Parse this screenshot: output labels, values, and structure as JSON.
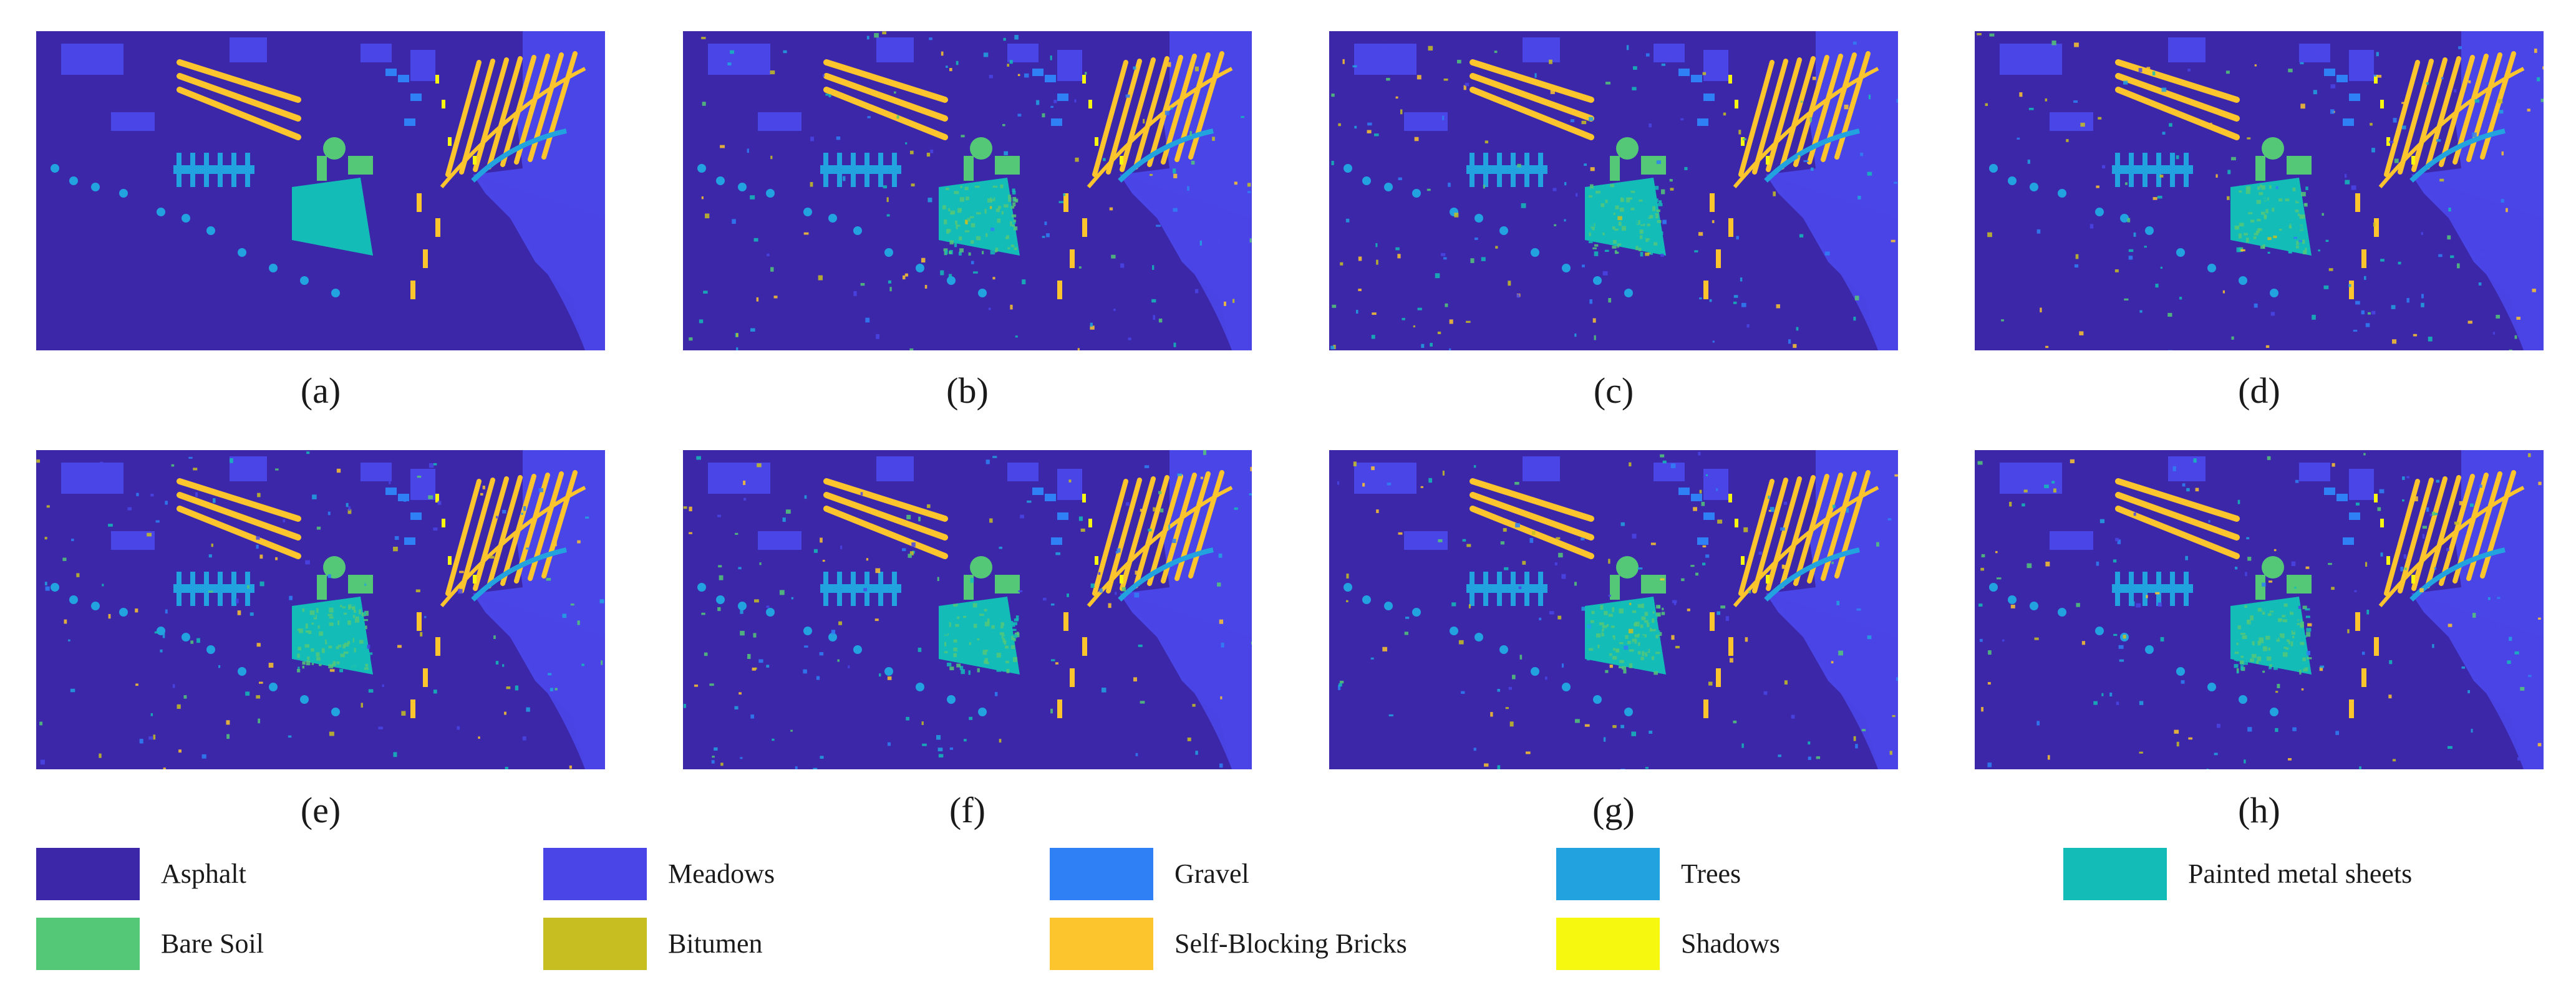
{
  "panels": [
    {
      "caption": "(a)"
    },
    {
      "caption": "(b)"
    },
    {
      "caption": "(c)"
    },
    {
      "caption": "(d)"
    },
    {
      "caption": "(e)"
    },
    {
      "caption": "(f)"
    },
    {
      "caption": "(g)"
    },
    {
      "caption": "(h)"
    }
  ],
  "legend": [
    {
      "label": "Asphalt",
      "color": "#3b27a8"
    },
    {
      "label": "Meadows",
      "color": "#4a45e6"
    },
    {
      "label": "Gravel",
      "color": "#2f80f5"
    },
    {
      "label": "Trees",
      "color": "#22a3e0"
    },
    {
      "label": "Painted metal sheets",
      "color": "#14bcb8"
    },
    {
      "label": "Bare Soil",
      "color": "#55c878"
    },
    {
      "label": "Bitumen",
      "color": "#c7bf22"
    },
    {
      "label": "Self-Blocking Bricks",
      "color": "#fdc52d"
    },
    {
      "label": "Shadows",
      "color": "#f6f80f"
    }
  ]
}
